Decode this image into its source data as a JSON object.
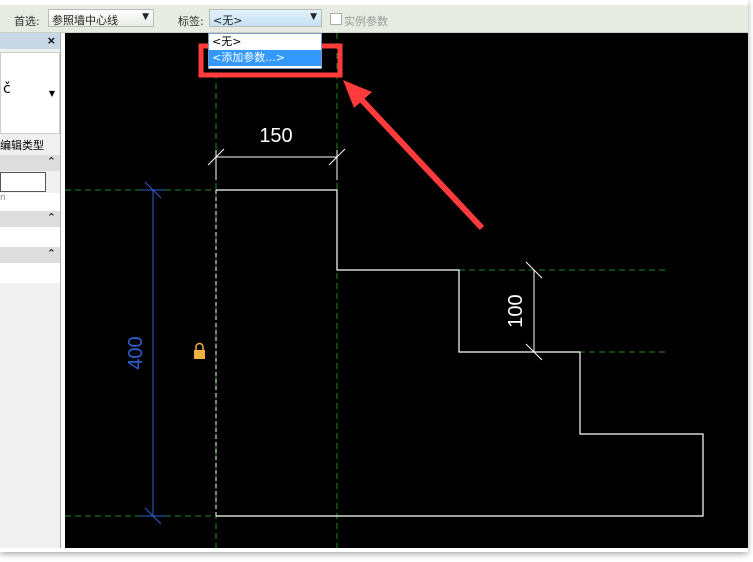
{
  "toolbar": {
    "prefer_label": "首选:",
    "prefer_value": "参照墙中心线",
    "tag_label": "标签:",
    "tag_value": "<无>",
    "instance_param": "实例参数"
  },
  "dropdown": {
    "options": [
      "<无>",
      "<添加参数...>"
    ],
    "selected_index": 1
  },
  "panel": {
    "close": "×",
    "type_fragment": "č",
    "edit_type": "编辑类型",
    "row_fragment": "n"
  },
  "drawing": {
    "dim_top": "150",
    "dim_right": "100",
    "dim_left": "400"
  },
  "colors": {
    "highlight": "#ff3b3b",
    "dim_blue": "#2f5fd0",
    "guide_green": "#1f8a1f"
  }
}
